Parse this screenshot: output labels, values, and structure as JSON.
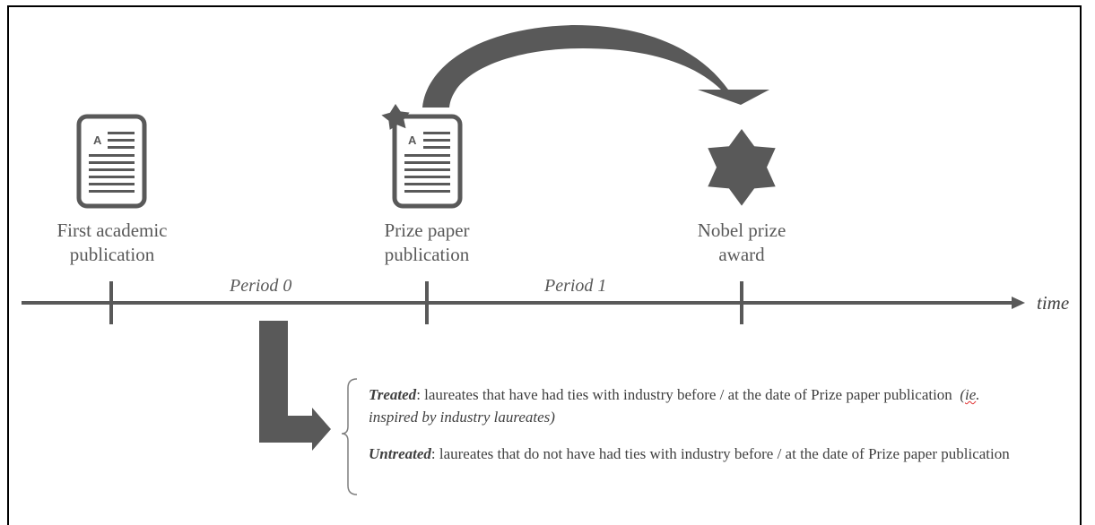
{
  "stages": {
    "first": {
      "line1": "First academic",
      "line2": "publication"
    },
    "prize_paper": {
      "line1": "Prize paper",
      "line2": "publication"
    },
    "nobel": {
      "line1": "Nobel prize",
      "line2": "award"
    }
  },
  "periods": {
    "p0": "Period 0",
    "p1": "Period 1"
  },
  "axis": {
    "label": "time"
  },
  "legend": {
    "treated_term": "Treated",
    "treated_text": ": laureates that have had ties with industry before / at the date of Prize paper publication",
    "treated_note_pre": "(",
    "treated_note_ie": "ie",
    "treated_note_post": ". inspired by industry laureates)",
    "untreated_term": "Untreated",
    "untreated_text": ": laureates that do not have had ties with industry before / at the date of Prize paper publication"
  },
  "icons": {
    "doc_letter": "A",
    "colors": {
      "icon": "#595959",
      "line": "#595959"
    }
  }
}
